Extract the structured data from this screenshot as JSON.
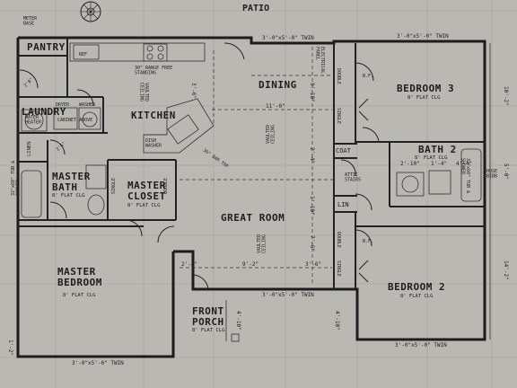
{
  "header": {
    "patio": "PATIO",
    "meter_base": "METER\nBASE"
  },
  "rooms": {
    "pantry": "PANTRY",
    "dining": "DINING",
    "kitchen": "KITCHEN",
    "laundry": "LAUNDRY",
    "bedroom3": "BEDROOM 3",
    "bedroom3_sub": "8' FLAT CLG",
    "bath2": "BATH 2",
    "bath2_sub": "8' FLAT CLG",
    "master_bath": "MASTER\nBATH",
    "master_bath_sub": "8' FLAT CLG",
    "master_closet": "MASTER\nCLOSET",
    "master_closet_sub": "8' FLAT CLG",
    "great_room": "GREAT ROOM",
    "master_bedroom": "MASTER\nBEDROOM",
    "master_bedroom_sub": "8' FLAT CLG",
    "front_porch": "FRONT\nPORCH",
    "front_porch_sub": "8' FLAT CLG",
    "bedroom2": "BEDROOM 2",
    "bedroom2_sub": "8' FLAT CLG",
    "linen": "LINEN",
    "coat": "COAT",
    "lin": "LIN"
  },
  "labels": {
    "ref": "REF",
    "range": "30\" RANGE FREE\nSTANDING",
    "vaulted": "VAULTED\nCEILING",
    "dryer": "DRYER",
    "washer": "WASHER",
    "water_heater": "WATER\nHEATER",
    "cabinet_above": "CABINET ABOVE",
    "dish_washer": "DISH\nWASHER",
    "bar_top": "36\" BAR TOP",
    "electrical_panel": "ELECTRICAL\nPANEL",
    "attic_stairs": "ATTIC\nSTAIRS",
    "hose_bibb": "HOSE\nBIBB",
    "tub_shower_left": "32\"x60\" TUB &\nSHOWER",
    "tub_shower_right": "32\"x60\" TUB &\nSHOWER",
    "single": "SINGLE",
    "double": "DOUBLE",
    "door_2_8": "2'8\"",
    "door_2_6": "2'6\"",
    "bf": "B.F."
  },
  "dims": {
    "win_top_left": "3'-0\"x5'-0\" TWIN",
    "win_top_right": "3'-0\"x5'-0\" TWIN",
    "win_mid": "3'-0\"x5'-0\" TWIN",
    "win_bottom_left": "3'-0\"x5'-0\" TWIN",
    "win_bottom_right": "3'-0\"x5'-0\" TWIN",
    "d_11_0": "11'-0\"",
    "d_9_10": "9'-10\"",
    "d_3_6a": "3'-6\"",
    "d_3_6b": "3'-6\"",
    "d_2_8": "2'-8\"",
    "d_9_2": "9'-2\"",
    "d_7_6": "7'-6\"",
    "d_1_10": "1'-10\"",
    "d_2_4": "2'-4\"",
    "d_4_10a": "4'-10\"",
    "d_4_10b": "4'-10\"",
    "d_2_10": "2'-10\"",
    "d_1_4": "1'-4\"",
    "d_4_4": "4'-4\"",
    "d_10_2": "10'-2\"",
    "d_5_0": "5'-0\"",
    "d_14_2": "14'-2\"",
    "d_1_2": "1'-2\""
  }
}
